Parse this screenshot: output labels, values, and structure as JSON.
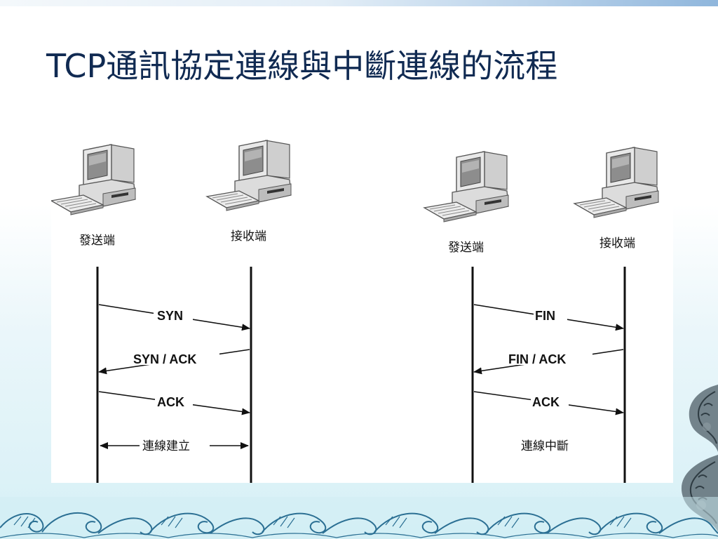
{
  "slide": {
    "title": "TCP通訊協定連線與中斷連線的流程"
  },
  "connect": {
    "sender_label": "發送端",
    "receiver_label": "接收端",
    "messages": [
      {
        "text": "SYN",
        "direction": "sender-to-receiver"
      },
      {
        "text": "SYN / ACK",
        "direction": "receiver-to-sender"
      },
      {
        "text": "ACK",
        "direction": "sender-to-receiver"
      }
    ],
    "result": "連線建立"
  },
  "disconnect": {
    "sender_label": "發送端",
    "receiver_label": "接收端",
    "messages": [
      {
        "text": "FIN",
        "direction": "sender-to-receiver"
      },
      {
        "text": "FIN / ACK",
        "direction": "receiver-to-sender"
      },
      {
        "text": "ACK",
        "direction": "sender-to-receiver"
      }
    ],
    "result": "連線中斷"
  },
  "colors": {
    "title": "#102a52",
    "line": "#111111",
    "wave": "#2b6f93"
  },
  "icons": [
    "desktop-computer-icon",
    "dragon-decoration",
    "wave-border-decoration"
  ]
}
